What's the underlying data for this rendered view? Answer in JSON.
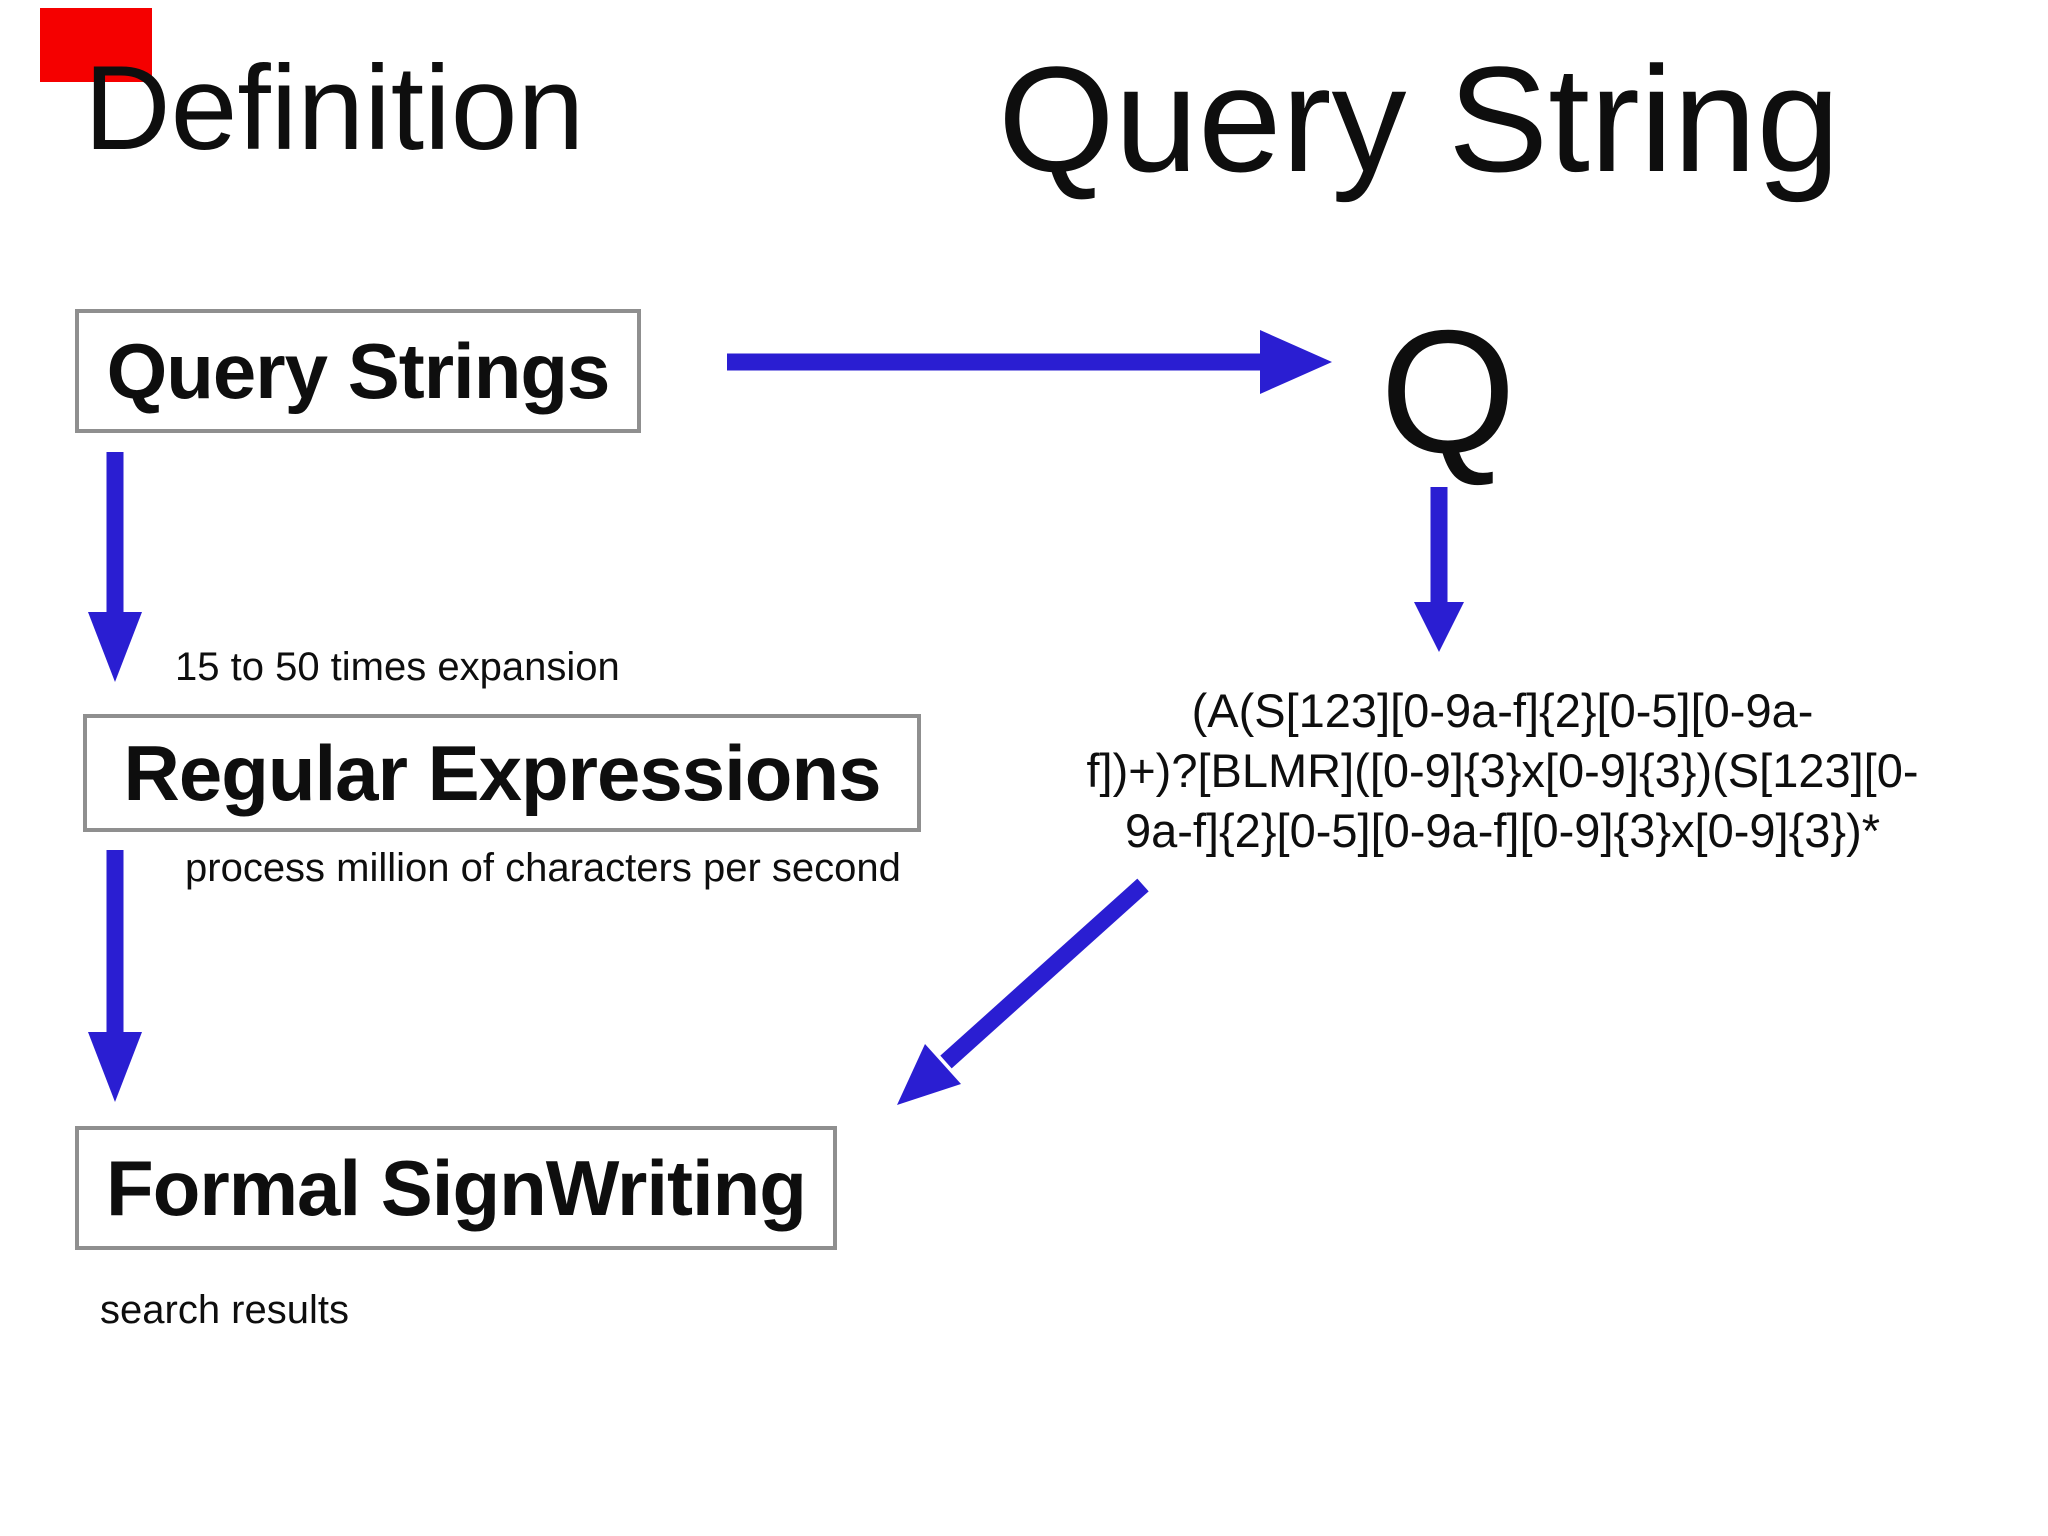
{
  "colors": {
    "background": "#ffffff",
    "text": "#0e0e0e",
    "arrow": "#2a1ed2",
    "box_border": "#8f8f8f",
    "marker_red": "#f50000"
  },
  "slide": {
    "title_left": "Definition",
    "title_right": "Query String",
    "query_symbol": "Q",
    "boxes": {
      "query_strings": "Query Strings",
      "regular_expressions": "Regular Expressions",
      "formal_signwriting": "Formal SignWriting"
    },
    "annotations": {
      "expansion": "15 to 50 times expansion",
      "process": "process million of characters per second",
      "search_results": "search results"
    },
    "regex_lines": [
      "(A(S[123][0-9a-f]{2}[0-5][0-9a-",
      "f])+)?[BLMR]([0-9]{3}x[0-9]{3})(S[123][0-",
      "9a-f]{2}[0-5][0-9a-f][0-9]{3}x[0-9]{3})*"
    ],
    "arrows": [
      {
        "name": "query-strings-to-regular-expressions",
        "direction": "down"
      },
      {
        "name": "query-strings-to-q",
        "direction": "right"
      },
      {
        "name": "q-to-regex",
        "direction": "down"
      },
      {
        "name": "regular-expressions-to-formal-signwriting",
        "direction": "down"
      },
      {
        "name": "regex-to-formal-signwriting",
        "direction": "down-left"
      }
    ]
  }
}
